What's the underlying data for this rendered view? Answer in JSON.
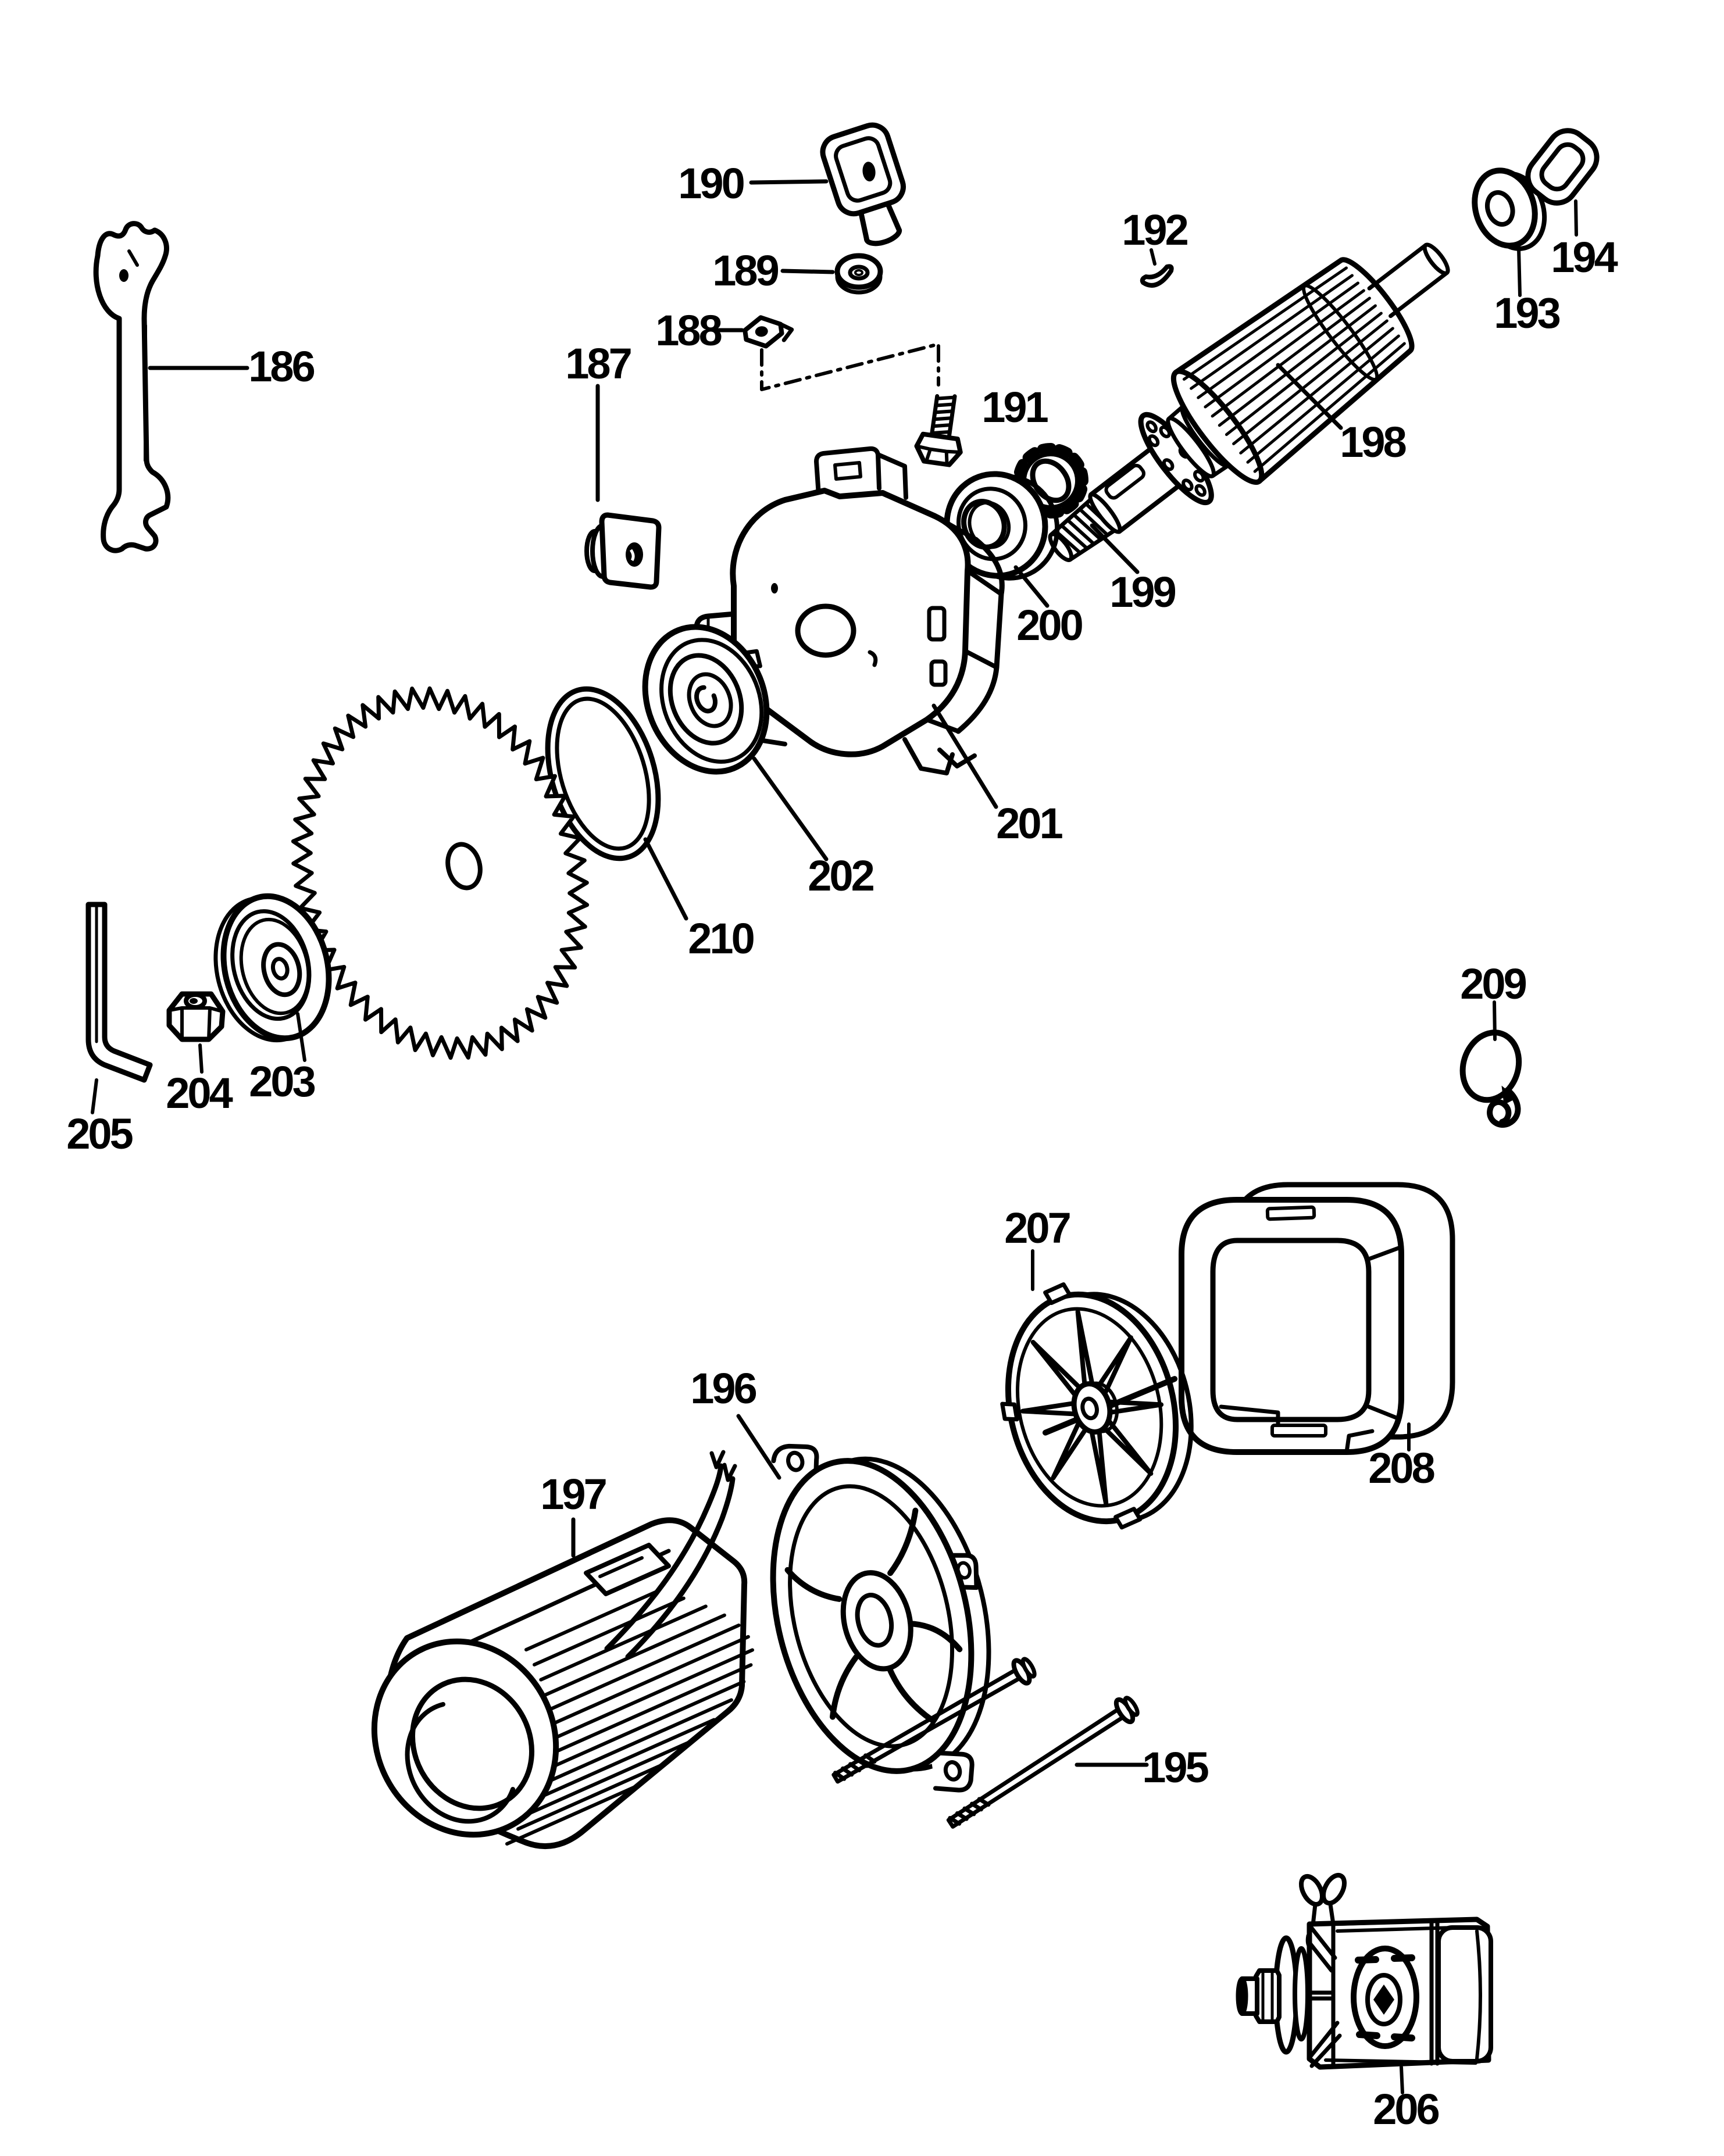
{
  "diagram": {
    "background": "#ffffff",
    "line_color": "#000000",
    "labels": {
      "186": "186",
      "187": "187",
      "188": "188",
      "189": "189",
      "190": "190",
      "191": "191",
      "192": "192",
      "193": "193",
      "194": "194",
      "195": "195",
      "196": "196",
      "197": "197",
      "198": "198",
      "199": "199",
      "200": "200",
      "201": "201",
      "202": "202",
      "203": "203",
      "204": "204",
      "205": "205",
      "206": "206",
      "207": "207",
      "208": "208",
      "209": "209",
      "210": "210"
    }
  }
}
